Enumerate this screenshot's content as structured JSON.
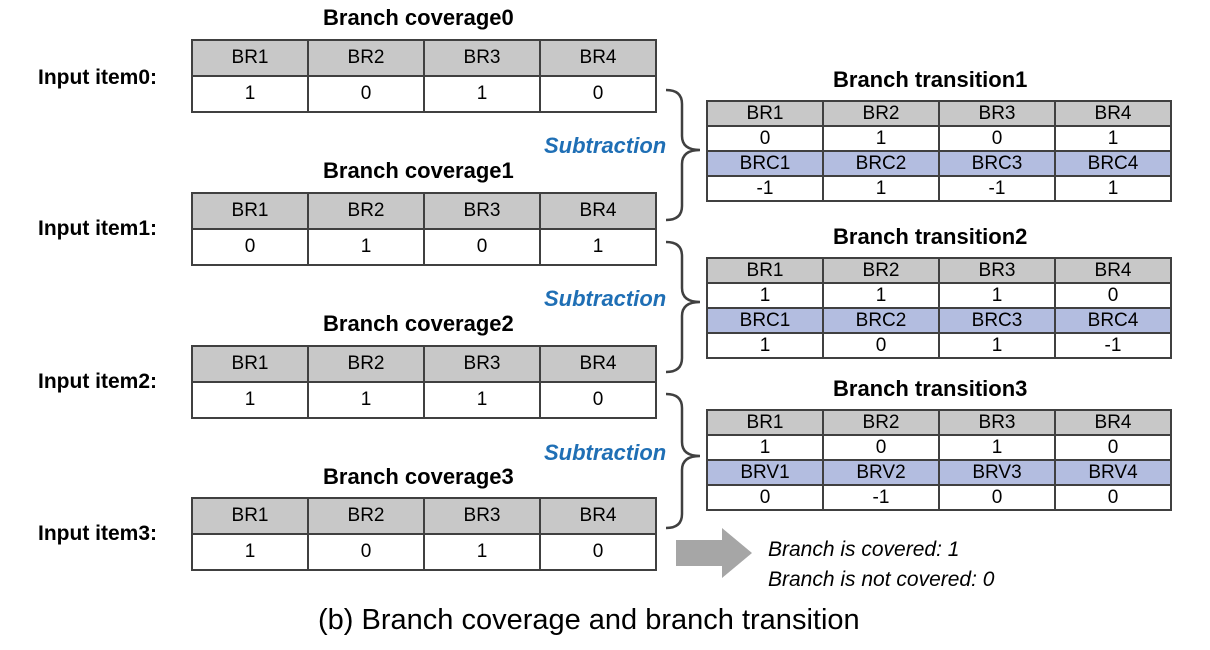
{
  "coverages": [
    {
      "title": "Branch coverage0",
      "input_label": "Input item0:",
      "headers": [
        "BR1",
        "BR2",
        "BR3",
        "BR4"
      ],
      "values": [
        "1",
        "0",
        "1",
        "0"
      ]
    },
    {
      "title": "Branch coverage1",
      "input_label": "Input item1:",
      "headers": [
        "BR1",
        "BR2",
        "BR3",
        "BR4"
      ],
      "values": [
        "0",
        "1",
        "0",
        "1"
      ]
    },
    {
      "title": "Branch coverage2",
      "input_label": "Input item2:",
      "headers": [
        "BR1",
        "BR2",
        "BR3",
        "BR4"
      ],
      "values": [
        "1",
        "1",
        "1",
        "0"
      ]
    },
    {
      "title": "Branch coverage3",
      "input_label": "Input item3:",
      "headers": [
        "BR1",
        "BR2",
        "BR3",
        "BR4"
      ],
      "values": [
        "1",
        "0",
        "1",
        "0"
      ]
    }
  ],
  "subtraction_label": "Subtraction",
  "transitions": [
    {
      "title": "Branch transition1",
      "headers": [
        "BR1",
        "BR2",
        "BR3",
        "BR4"
      ],
      "values": [
        "0",
        "1",
        "0",
        "1"
      ],
      "sub_headers": [
        "BRC1",
        "BRC2",
        "BRC3",
        "BRC4"
      ],
      "sub_values": [
        "-1",
        "1",
        "-1",
        "1"
      ]
    },
    {
      "title": "Branch transition2",
      "headers": [
        "BR1",
        "BR2",
        "BR3",
        "BR4"
      ],
      "values": [
        "1",
        "1",
        "1",
        "0"
      ],
      "sub_headers": [
        "BRC1",
        "BRC2",
        "BRC3",
        "BRC4"
      ],
      "sub_values": [
        "1",
        "0",
        "1",
        "-1"
      ]
    },
    {
      "title": "Branch transition3",
      "headers": [
        "BR1",
        "BR2",
        "BR3",
        "BR4"
      ],
      "values": [
        "1",
        "0",
        "1",
        "0"
      ],
      "sub_headers": [
        "BRV1",
        "BRV2",
        "BRV3",
        "BRV4"
      ],
      "sub_values": [
        "0",
        "-1",
        "0",
        "0"
      ]
    }
  ],
  "legend": {
    "covered": "Branch is covered: 1",
    "not_covered": "Branch is not covered: 0"
  },
  "caption": "(b) Branch coverage and branch transition",
  "colors": {
    "header_gray": "#c8c8c8",
    "sub_header_blue": "#b3bde0",
    "subtraction_text": "#1f6fb5",
    "arrow_gray": "#a6a6a6"
  }
}
